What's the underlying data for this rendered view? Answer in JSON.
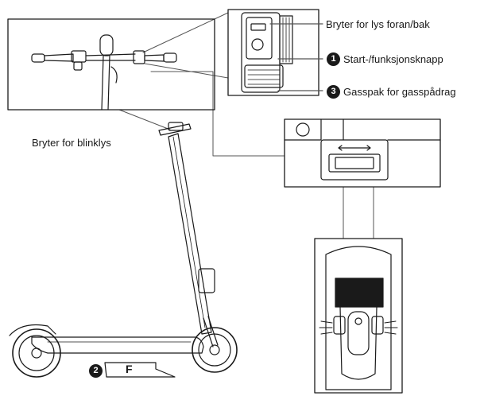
{
  "labels": {
    "light_switch": "Bryter for lys foran/bak",
    "start_button": "Start-/funksjonsknapp",
    "throttle": "Gasspak for gasspådrag",
    "blinker_switch": "Bryter for blinklys",
    "folding_mark": "F"
  },
  "badges": {
    "start": "1",
    "fold": "2",
    "throttle": "3"
  }
}
